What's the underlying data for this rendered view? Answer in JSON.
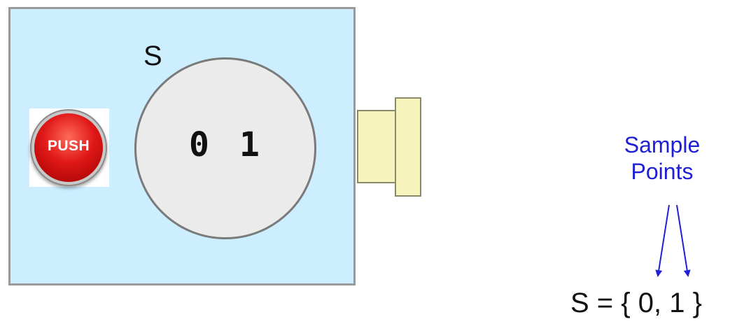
{
  "diagram": {
    "set_label": "S",
    "outcomes": [
      "0",
      "1"
    ],
    "button_label": "PUSH",
    "annotation": {
      "line1": "Sample",
      "line2": "Points"
    },
    "equation": "S = { 0, 1 }"
  },
  "colors": {
    "machine_fill": "#cceeff",
    "annotation_text": "#1f1fd6",
    "button_red": "#e01818",
    "chute_fill": "#f6f3bc"
  }
}
